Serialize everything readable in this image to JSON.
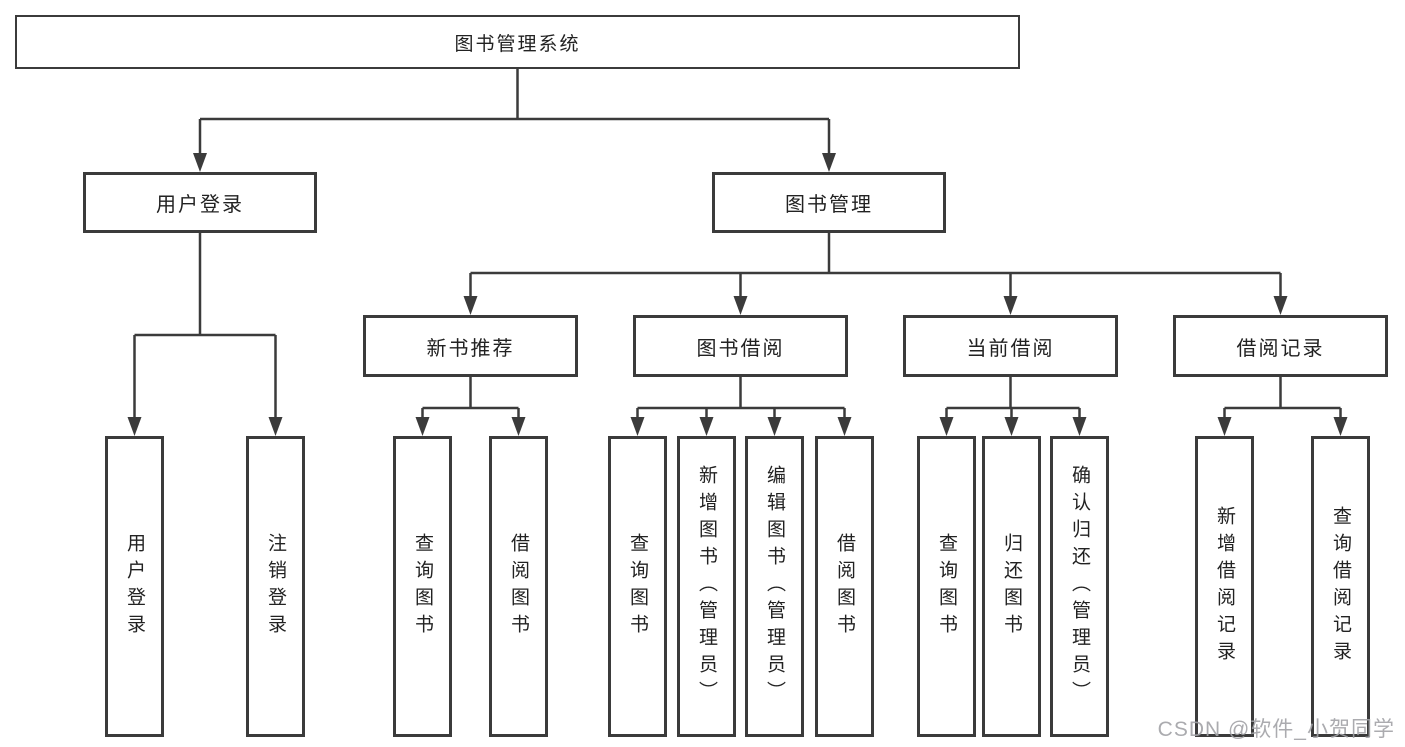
{
  "diagram": {
    "title": "图书管理系统",
    "branches": [
      {
        "label": "用户登录",
        "children": [
          "用户登录",
          "注销登录"
        ]
      },
      {
        "label": "图书管理",
        "groups": [
          {
            "label": "新书推荐",
            "children": [
              "查询图书",
              "借阅图书"
            ]
          },
          {
            "label": "图书借阅",
            "children": [
              "查询图书",
              "新增图书（管理员）",
              "编辑图书（管理员）",
              "借阅图书"
            ]
          },
          {
            "label": "当前借阅",
            "children": [
              "查询图书",
              "归还图书",
              "确认归还（管理员）"
            ]
          },
          {
            "label": "借阅记录",
            "children": [
              "新增借阅记录",
              "查询借阅记录"
            ]
          }
        ]
      }
    ]
  },
  "watermark": "CSDN @软件_小贺同学",
  "colors": {
    "line": "#3b3b3b",
    "text": "#222222",
    "box_background": "#ffffff",
    "watermark": "#a2a3a7",
    "page_background": "#ffffff"
  }
}
